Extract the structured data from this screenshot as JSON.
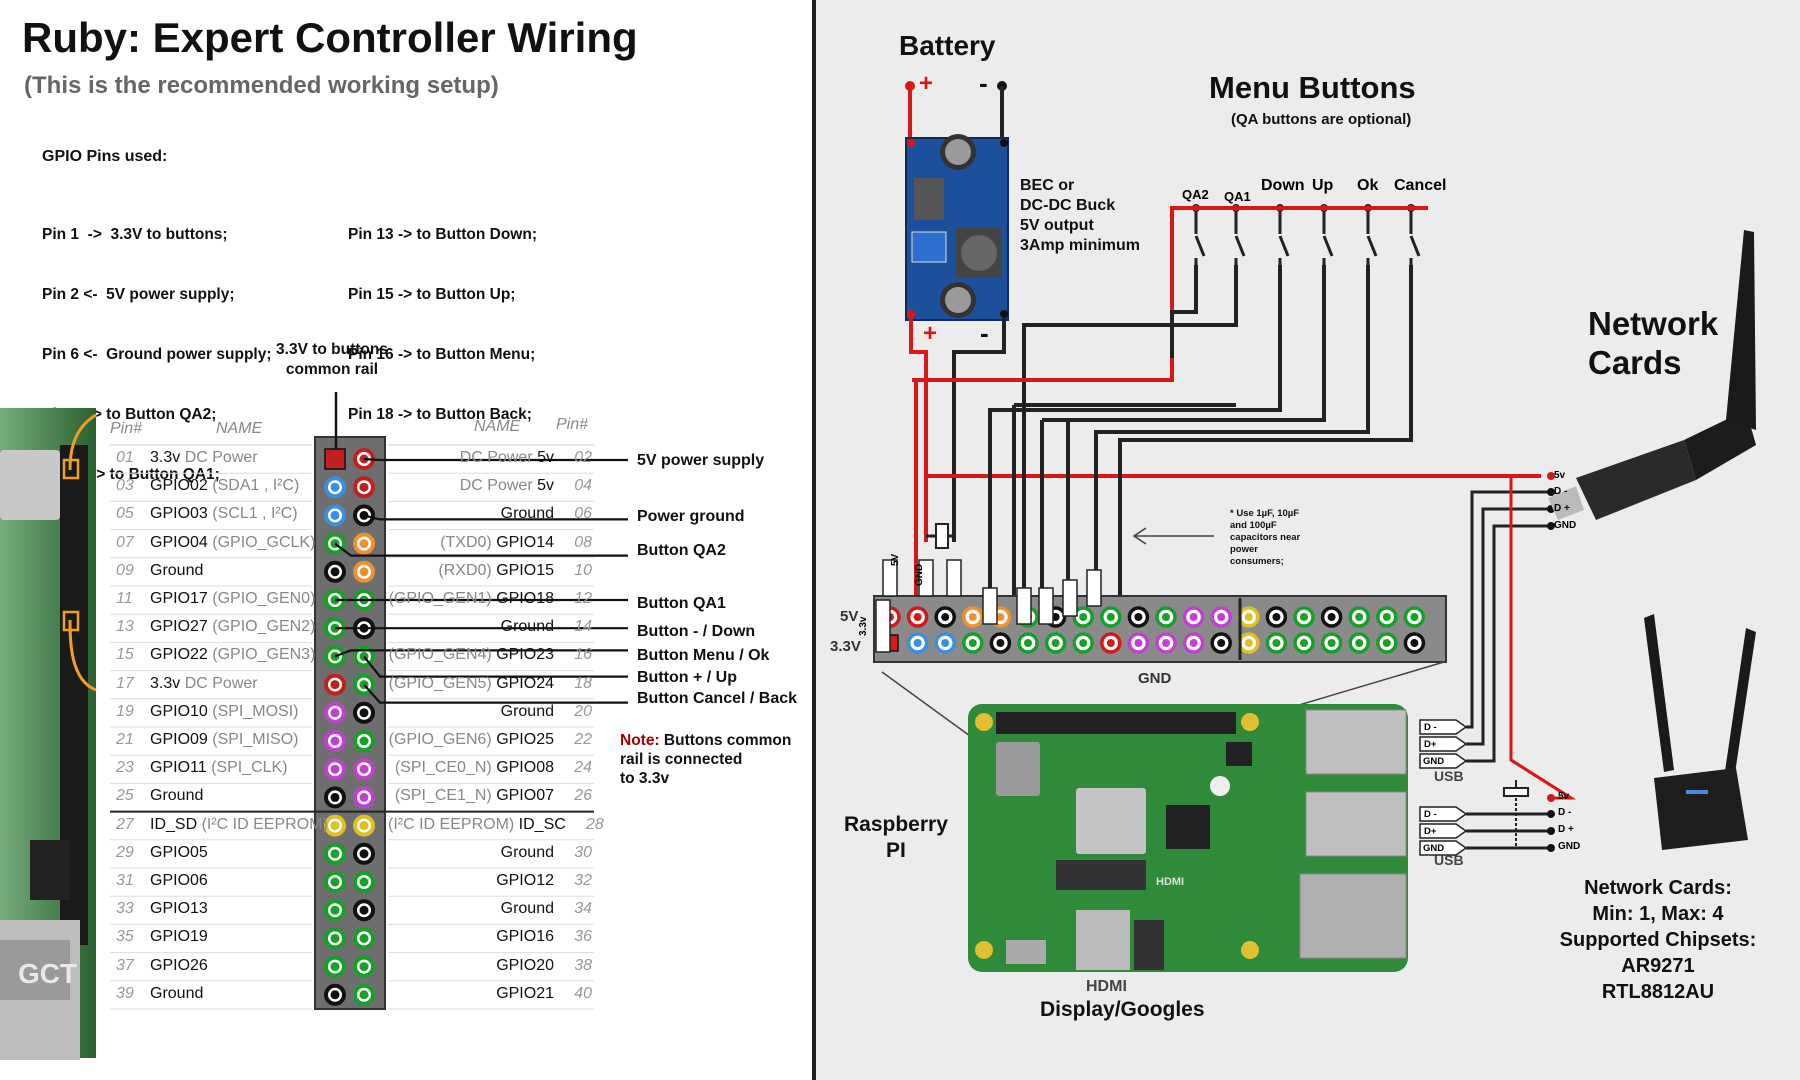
{
  "title": "Ruby:  Expert Controller Wiring",
  "subtitle": "(This is the recommended working setup)",
  "gpio_title": "GPIO Pins used:",
  "pins_used_left": [
    "Pin 1  ->  3.3V to buttons;",
    "Pin 2 <-  5V power supply;",
    "Pin 6 <-  Ground power supply;",
    "Pin 7  -> to Button QA2;",
    "Pin 11 -> to Button QA1;"
  ],
  "pins_used_right": [
    "Pin 13 -> to Button Down;",
    "Pin 15 -> to Button Up;",
    "Pin 16 -> to Button Menu;",
    "Pin 18 -> to Button Back;"
  ],
  "rail_label": [
    "3.3V to buttons",
    "common rail"
  ],
  "table_headers": {
    "pin": "Pin#",
    "name": "NAME"
  },
  "header_pin_bottom": "Pin#",
  "left_pins": [
    {
      "num": "01",
      "name": "3.3v",
      "extra": " DC Power",
      "color": "#c02020"
    },
    {
      "num": "03",
      "name": "GPIO02",
      "extra": " (SDA1 , I²C)",
      "color": "#3b8ee0"
    },
    {
      "num": "05",
      "name": "GPIO03",
      "extra": " (SCL1 , I²C)",
      "color": "#3b8ee0"
    },
    {
      "num": "07",
      "name": "GPIO04",
      "extra": " (GPIO_GCLK)",
      "color": "#16a02a"
    },
    {
      "num": "09",
      "name": "Ground",
      "extra": "",
      "color": "#111111"
    },
    {
      "num": "11",
      "name": "GPIO17",
      "extra": " (GPIO_GEN0)",
      "color": "#16a02a"
    },
    {
      "num": "13",
      "name": "GPIO27",
      "extra": " (GPIO_GEN2)",
      "color": "#16a02a"
    },
    {
      "num": "15",
      "name": "GPIO22",
      "extra": " (GPIO_GEN3)",
      "color": "#16a02a"
    },
    {
      "num": "17",
      "name": "3.3v",
      "extra": " DC Power",
      "color": "#c02020"
    },
    {
      "num": "19",
      "name": "GPIO10",
      "extra": " (SPI_MOSI)",
      "color": "#c040d0"
    },
    {
      "num": "21",
      "name": "GPIO09",
      "extra": " (SPI_MISO)",
      "color": "#c040d0"
    },
    {
      "num": "23",
      "name": "GPIO11",
      "extra": " (SPI_CLK)",
      "color": "#c040d0"
    },
    {
      "num": "25",
      "name": "Ground",
      "extra": "",
      "color": "#111111"
    },
    {
      "num": "27",
      "name": "ID_SD",
      "extra": " (I²C ID EEPROM)",
      "color": "#e0c020"
    },
    {
      "num": "29",
      "name": "GPIO05",
      "extra": "",
      "color": "#16a02a"
    },
    {
      "num": "31",
      "name": "GPIO06",
      "extra": "",
      "color": "#16a02a"
    },
    {
      "num": "33",
      "name": "GPIO13",
      "extra": "",
      "color": "#16a02a"
    },
    {
      "num": "35",
      "name": "GPIO19",
      "extra": "",
      "color": "#16a02a"
    },
    {
      "num": "37",
      "name": "GPIO26",
      "extra": "",
      "color": "#16a02a"
    },
    {
      "num": "39",
      "name": "Ground",
      "extra": "",
      "color": "#111111"
    }
  ],
  "right_pins": [
    {
      "num": "02",
      "name": "5v",
      "extra": "DC Power ",
      "color": "#c02020"
    },
    {
      "num": "04",
      "name": "5v",
      "extra": "DC Power ",
      "color": "#c02020"
    },
    {
      "num": "06",
      "name": "Ground",
      "extra": "",
      "color": "#111111"
    },
    {
      "num": "08",
      "name": "GPIO14",
      "extra": "(TXD0) ",
      "color": "#f09030"
    },
    {
      "num": "10",
      "name": "GPIO15",
      "extra": "(RXD0) ",
      "color": "#f09030"
    },
    {
      "num": "12",
      "name": "GPIO18",
      "extra": "(GPIO_GEN1) ",
      "color": "#16a02a"
    },
    {
      "num": "14",
      "name": "Ground",
      "extra": "",
      "color": "#111111"
    },
    {
      "num": "16",
      "name": "GPIO23",
      "extra": "(GPIO_GEN4) ",
      "color": "#16a02a"
    },
    {
      "num": "18",
      "name": "GPIO24",
      "extra": "(GPIO_GEN5) ",
      "color": "#16a02a"
    },
    {
      "num": "20",
      "name": "Ground",
      "extra": "",
      "color": "#111111"
    },
    {
      "num": "22",
      "name": "GPIO25",
      "extra": "(GPIO_GEN6) ",
      "color": "#16a02a"
    },
    {
      "num": "24",
      "name": "GPIO08",
      "extra": "(SPI_CE0_N) ",
      "color": "#c040d0"
    },
    {
      "num": "26",
      "name": "GPIO07",
      "extra": "(SPI_CE1_N) ",
      "color": "#c040d0"
    },
    {
      "num": "28",
      "name": "ID_SC",
      "extra": "(I²C ID EEPROM) ",
      "color": "#e0c020"
    },
    {
      "num": "30",
      "name": "Ground",
      "extra": "",
      "color": "#111111"
    },
    {
      "num": "32",
      "name": "GPIO12",
      "extra": "",
      "color": "#16a02a"
    },
    {
      "num": "34",
      "name": "Ground",
      "extra": "",
      "color": "#111111"
    },
    {
      "num": "36",
      "name": "GPIO16",
      "extra": "",
      "color": "#16a02a"
    },
    {
      "num": "38",
      "name": "GPIO20",
      "extra": "",
      "color": "#16a02a"
    },
    {
      "num": "40",
      "name": "GPIO21",
      "extra": "",
      "color": "#16a02a"
    }
  ],
  "pin_callouts": [
    "5V power supply",
    "Power ground",
    "Button QA2",
    "Button QA1",
    "Button - / Down",
    "Button Menu / Ok",
    "Button + / Up",
    "Button Cancel / Back"
  ],
  "note": {
    "label": "Note:",
    "text": "Buttons common",
    "line2": "rail is connected",
    "line3": "to 3.3v"
  },
  "right_panel": {
    "battery": "Battery",
    "plus": "+",
    "minus": "-",
    "bec": [
      "BEC or",
      "DC-DC Buck",
      "5V output",
      "3Amp minimum"
    ],
    "menu_title": "Menu Buttons",
    "menu_sub": "(QA buttons are optional)",
    "buttons": [
      "QA2",
      "QA1",
      "Down",
      "Up",
      "Ok",
      "Cancel"
    ],
    "network_title": [
      "Network",
      "Cards"
    ],
    "cap_note": [
      "* Use 1µF, 10µF",
      "and 100µF",
      "capacitors near",
      "power",
      "consumers;"
    ],
    "rail_5v": "5V",
    "rail_33v": "3.3V",
    "gnd": "GND",
    "pin_5v": "5V",
    "pin_gnd": "GND",
    "pin_33v": "3.3v",
    "usb_signals": [
      "5v",
      "D -",
      "D +",
      "GND"
    ],
    "usb_pins": [
      "D -",
      "D+",
      "GND"
    ],
    "usb_pins2": [
      "D -",
      "D+",
      "GND"
    ],
    "usb": "USB",
    "rpi": [
      "Raspberry",
      "PI"
    ],
    "hdmi": "HDMI",
    "display": "Display/Googles",
    "board_hdmi": "HDMI",
    "gct": "GCT",
    "net_info": [
      "Network Cards:",
      "Min: 1, Max: 4",
      "Supported Chipsets:",
      "AR9271",
      "RTL8812AU"
    ]
  },
  "colors": {
    "wire_red": "#d81818",
    "wire_black": "#222222",
    "header_gray": "#7a7a7a",
    "board_green": "#2f8a3a"
  }
}
